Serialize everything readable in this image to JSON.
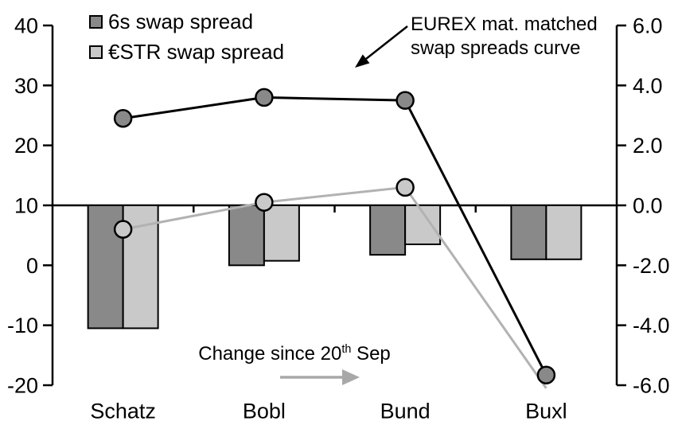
{
  "palette": {
    "bar_dark": "#898989",
    "bar_light": "#c9c9c9",
    "line_black": "#000000",
    "line_gray": "#b2b2b2",
    "arrow_gray": "#a8a8a8",
    "axis": "#000000",
    "background": "#ffffff"
  },
  "legend": [
    {
      "label": "6s swap spread",
      "swatch": "bar_dark"
    },
    {
      "label": "€STR swap spread",
      "swatch": "bar_light"
    }
  ],
  "annotations": {
    "curve_label": "EUREX mat. matched swap spreads curve",
    "change_label": {
      "prefix": "Change since 20",
      "sup": "th",
      "suffix": " Sep"
    }
  },
  "chart_data": {
    "type": "combo (bars + lines)",
    "categories": [
      "Schatz",
      "Bobl",
      "Bund",
      "Buxl"
    ],
    "left_axis": {
      "range": [
        -20,
        40
      ],
      "tick_labels": [
        "40",
        "30",
        "20",
        "10",
        "0",
        "-10",
        "-20"
      ],
      "tick_values": [
        40,
        30,
        20,
        10,
        0,
        -10,
        -20
      ]
    },
    "right_axis": {
      "range": [
        -6,
        6
      ],
      "tick_labels": [
        "6.0",
        "4.0",
        "2.0",
        "0.0",
        "-2.0",
        "-4.0",
        "-6.0"
      ],
      "tick_values": [
        6,
        4,
        2,
        0,
        -2,
        -4,
        -6
      ]
    },
    "grid": false,
    "legend_position": "top-left",
    "zero_baseline_left_value": 10,
    "bar_series": [
      {
        "name": "6s swap spread (change since 20 Sep)",
        "axis": "right",
        "color_key": "bar_dark",
        "values": [
          -4.1,
          -2.0,
          -1.65,
          -1.8
        ]
      },
      {
        "name": "€STR swap spread (change since 20 Sep)",
        "axis": "right",
        "color_key": "bar_light",
        "values": [
          -4.1,
          -1.85,
          -1.3,
          -1.8
        ]
      }
    ],
    "line_series": [
      {
        "name": "€STR swap spread curve",
        "axis": "left",
        "color_key": "line_gray",
        "marker_fill_key": "bar_light",
        "values": [
          6,
          10.5,
          13,
          -20.5
        ],
        "markers": [
          true,
          true,
          true,
          false
        ]
      },
      {
        "name": "6s swap spread curve (EUREX mat. matched)",
        "axis": "left",
        "color_key": "line_black",
        "marker_fill_key": "bar_dark",
        "values": [
          24.5,
          28,
          27.5,
          -18.3
        ],
        "markers": [
          true,
          true,
          true,
          true
        ]
      }
    ]
  }
}
